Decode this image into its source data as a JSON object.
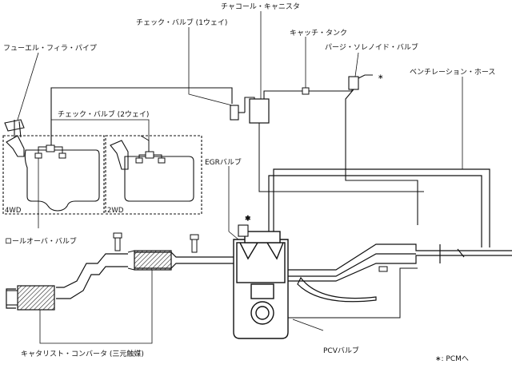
{
  "labels": {
    "charcoal_canister": "チャコール・キャニスタ",
    "check_valve_1way": "チェック・バルブ (1ウェイ)",
    "catch_tank": "キャッチ・タンク",
    "fuel_filler_pipe": "フューエル・フィラ・パイプ",
    "purge_solenoid_valve": "パージ・ソレノイド・バルブ",
    "ventilation_hose": "ベンチレーション・ホース",
    "check_valve_2way": "チェック・バルブ (2ウェイ)",
    "egr_valve": "EGRバルブ",
    "rollover_valve": "ロールオーバ・バルブ",
    "catalytic_converter": "キャタリスト・コンバータ (三元触媒)",
    "pcv_valve": "PCVバルブ",
    "pcm_note": "∗: PCMへ",
    "tank_4wd": "4WD",
    "tank_2wd": "2WD",
    "asterisk": "∗"
  },
  "colors": {
    "line": "#111111",
    "hatch": "#222222"
  }
}
